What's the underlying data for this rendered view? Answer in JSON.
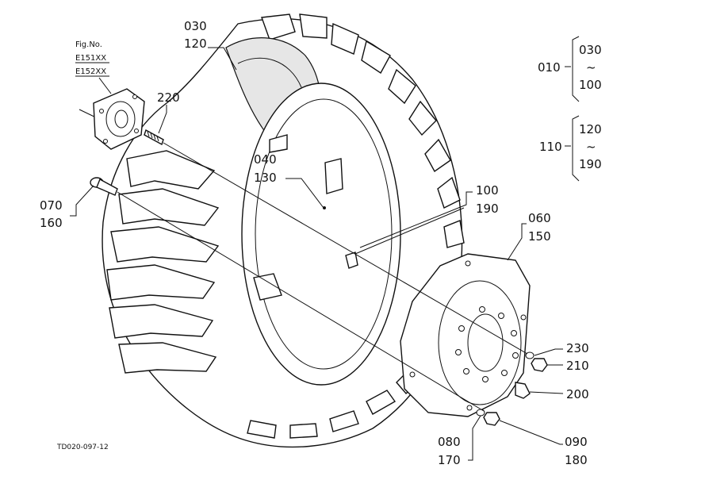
{
  "figure_ref": {
    "heading": "Fig.No.",
    "lines": [
      "E151XX",
      "E152XX"
    ]
  },
  "drawing_code": "TD020-097-12",
  "callouts": {
    "c030": "030",
    "c120": "120",
    "c040": "040",
    "c130": "130",
    "c070": "070",
    "c160": "160",
    "c220": "220",
    "c100": "100",
    "c190": "190",
    "c060": "060",
    "c150": "150",
    "c230": "230",
    "c210": "210",
    "c200": "200",
    "c080": "080",
    "c170": "170",
    "c090": "090",
    "c180": "180"
  },
  "ranges": {
    "r010": {
      "label": "010",
      "from": "030",
      "sep": "~",
      "to": "100"
    },
    "r110": {
      "label": "110",
      "from": "120",
      "sep": "~",
      "to": "190"
    }
  }
}
